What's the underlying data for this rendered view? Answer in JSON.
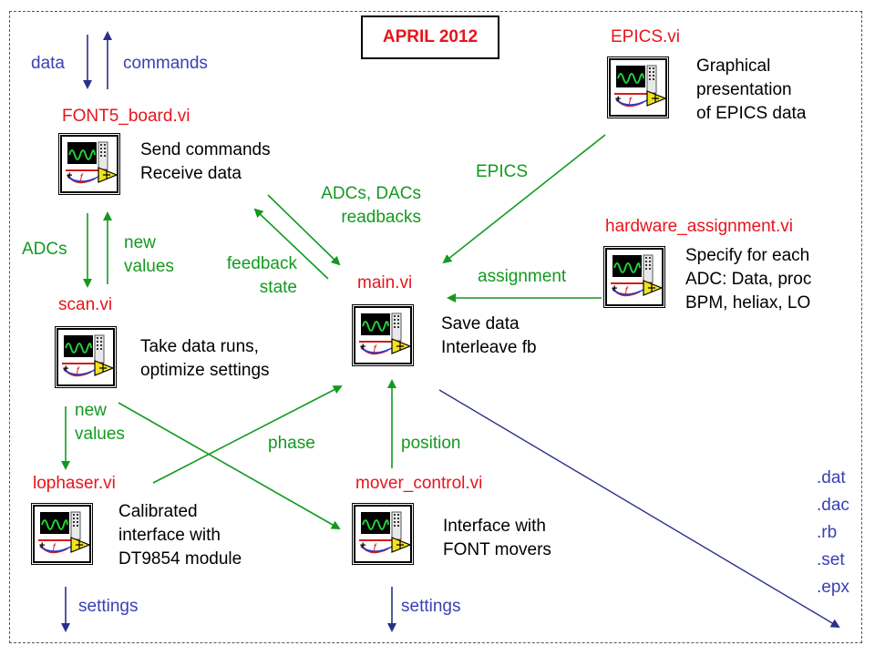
{
  "date_label": "APRIL 2012",
  "vis": {
    "font5_board": {
      "title": "FONT5_board.vi",
      "desc": [
        "Send commands",
        "Receive data"
      ]
    },
    "scan": {
      "title": "scan.vi",
      "desc": [
        "Take data runs,",
        "optimize settings"
      ]
    },
    "lophaser": {
      "title": "lophaser.vi",
      "desc": [
        "Calibrated",
        "interface with",
        "DT9854 module"
      ]
    },
    "main": {
      "title": "main.vi",
      "desc": [
        "Save data",
        "Interleave fb"
      ]
    },
    "mover": {
      "title": "mover_control.vi",
      "desc": [
        "Interface with",
        "FONT movers"
      ]
    },
    "epics": {
      "title": "EPICS.vi",
      "desc": [
        "Graphical",
        "presentation",
        "of EPICS data"
      ]
    },
    "hardware": {
      "title": "hardware_assignment.vi",
      "desc": [
        "Specify for each",
        "ADC: Data, proc",
        "BPM, heliax, LO"
      ]
    }
  },
  "flows": {
    "data": "data",
    "commands": "commands",
    "adcs": "ADCs",
    "new_values_1": [
      "new",
      "values"
    ],
    "adcs_dacs_readbacks": [
      "ADCs, DACs",
      "readbacks"
    ],
    "feedback_state": [
      "feedback",
      "state"
    ],
    "epics": "EPICS",
    "assignment": "assignment",
    "new_values_2": [
      "new",
      "values"
    ],
    "phase": "phase",
    "position": "position",
    "settings_1": "settings",
    "settings_2": "settings"
  },
  "file_extensions": [
    ".dat",
    ".dac",
    ".rb",
    ".set",
    ".epx"
  ],
  "colors": {
    "title": "#e8141c",
    "flow": "#139a1e",
    "io": "#3a3fb4",
    "text": "#000000"
  },
  "icon": "labview-vi-icon"
}
